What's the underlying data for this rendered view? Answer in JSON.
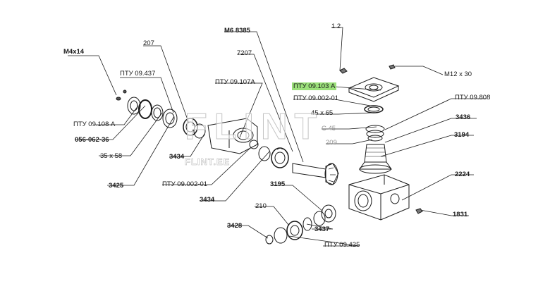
{
  "labels": {
    "m4x14": "M4x14",
    "p207": "207",
    "pty_09_437": "ПТУ 09.437",
    "pty_09_108a": "ПТУ 09.108 А",
    "p056_062_36": "056-062-36",
    "p35x58": "35 x 58",
    "p3425": "3425",
    "p3434_a": "3434",
    "pty_09_002_01_a": "ПТУ 09.002-01",
    "pty_09_107a": "ПТУ 09.107А",
    "m6_8385": "M6 8385",
    "p7207": "7207",
    "p3434_b": "3434",
    "p1_2": "1.2",
    "pty_09_103a": "ПТУ 09.103 А",
    "pty_09_002_01_b": "ПТУ 09.002-01",
    "p45x65": "45 x 65",
    "c45": "C 45",
    "p209": "209",
    "m12x30": "M12 x 30",
    "pty_09_808": "ПТУ 09.808",
    "p3436": "3436",
    "p3194": "3194",
    "p2224": "2224",
    "p1831": "1831",
    "p3195": "3195",
    "p210": "210",
    "p3437": "3437",
    "p3428": "3428",
    "pty_09_425": "ПТУ 09.425"
  },
  "watermark": {
    "main": "FLINT",
    "sub": "FLINT.EE"
  },
  "colors": {
    "highlight": "#9be07a",
    "line": "#1a1a1a"
  }
}
